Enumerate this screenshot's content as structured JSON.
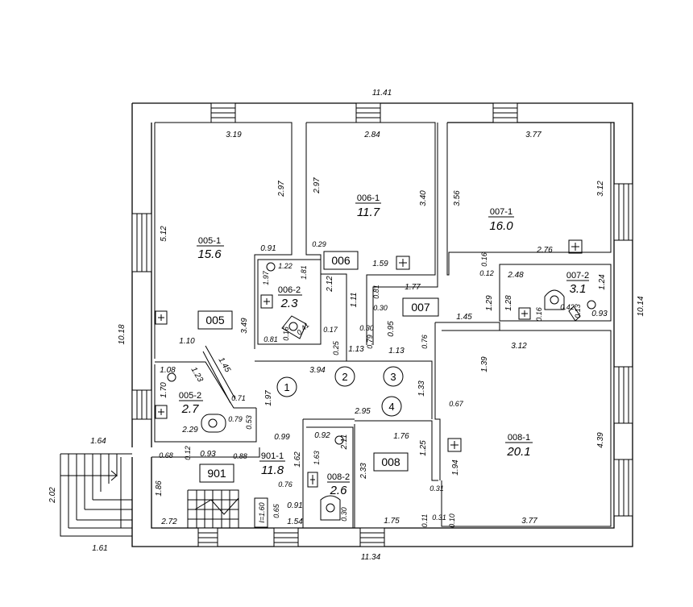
{
  "overall_dims": {
    "top": "11.41",
    "bottom": "11.34",
    "left": "10.18",
    "right": "10.14"
  },
  "stair_dims": {
    "top": "1.64",
    "side": "2.02",
    "bottom": "1.61"
  },
  "rooms": {
    "r005_1": {
      "id": "005-1",
      "area": "15.6"
    },
    "r005_2": {
      "id": "005-2",
      "area": "2.7"
    },
    "r006_1": {
      "id": "006-1",
      "area": "11.7"
    },
    "r006_2": {
      "id": "006-2",
      "area": "2.3"
    },
    "r007_1": {
      "id": "007-1",
      "area": "16.0"
    },
    "r007_2": {
      "id": "007-2",
      "area": "3.1"
    },
    "r008_1": {
      "id": "008-1",
      "area": "20.1"
    },
    "r008_2": {
      "id": "008-2",
      "area": "2.6"
    },
    "r901_1": {
      "id": "901-1",
      "area": "11.8"
    }
  },
  "codes": {
    "c005": "005",
    "c006": "006",
    "c007": "007",
    "c008": "008",
    "c901": "901"
  },
  "circles": {
    "n1": "1",
    "n2": "2",
    "n3": "3",
    "n4": "4"
  },
  "stair_label": "I=1.60",
  "dims": {
    "d_3_19": "3.19",
    "d_2_97a": "2.97",
    "d_5_12": "5.12",
    "d_0_91a": "0.91",
    "d_3_49": "3.49",
    "d_1_10": "1.10",
    "d_2_84": "2.84",
    "d_2_97b": "2.97",
    "d_3_40": "3.40",
    "d_0_29": "0.29",
    "d_1_59": "1.59",
    "d_3_77a": "3.77",
    "d_3_56": "3.56",
    "d_3_12a": "3.12",
    "d_2_76": "2.76",
    "d_1_22": "1.22",
    "d_1_97": "1.97",
    "d_1_81": "1.81",
    "d_2_12": "2.12",
    "d_1_11": "1.11",
    "d_0_81a": "0.81",
    "d_0_16a": "0.16",
    "d_0_41": "0.41",
    "d_0_17": "0.17",
    "d_0_25": "0.25",
    "d_0_79a": "0.79",
    "d_0_30a": "0.30",
    "d_0_81b": "0.81",
    "d_1_77": "1.77",
    "d_0_30b": "0.30",
    "d_0_95": "0.95",
    "d_1_45a": "1.45",
    "d_0_76a": "0.76",
    "d_0_16b": "0.16",
    "d_0_12a": "0.12",
    "d_2_48": "2.48",
    "d_1_24": "1.24",
    "d_1_29": "1.29",
    "d_1_28": "1.28",
    "d_0_16c": "0.16",
    "d_0_42": "0.42",
    "d_0_13": "0.13",
    "d_0_93a": "0.93",
    "d_1_13a": "1.13",
    "d_1_13b": "1.13",
    "d_3_94": "3.94",
    "d_1_33": "1.33",
    "d_1_97b": "1.97",
    "d_1_08": "1.08",
    "d_1_70": "1.70",
    "d_1_23": "1.23",
    "d_1_45b": "1.45",
    "d_0_71": "0.71",
    "d_2_29": "2.29",
    "d_0_79b": "0.79",
    "d_0_53": "0.53",
    "d_3_12b": "3.12",
    "d_1_39": "1.39",
    "d_0_67": "0.67",
    "d_4_39": "4.39",
    "d_1_94": "1.94",
    "d_0_31a": "0.31",
    "d_3_77b": "3.77",
    "d_0_11": "0.11",
    "d_0_31b": "0.31",
    "d_0_10": "0.10",
    "d_2_95": "2.95",
    "d_1_76": "1.76",
    "d_1_25": "1.25",
    "d_0_92": "0.92",
    "d_2_11": "2.11",
    "d_1_63": "1.63",
    "d_2_33": "2.33",
    "d_0_30c": "0.30",
    "d_1_75": "1.75",
    "d_0_99": "0.99",
    "d_0_68": "0.68",
    "d_0_12b": "0.12",
    "d_0_93b": "0.93",
    "d_0_88": "0.88",
    "d_1_62": "1.62",
    "d_0_76b": "0.76",
    "d_1_86": "1.86",
    "d_2_72": "2.72",
    "d_0_65": "0.65",
    "d_0_91b": "0.91",
    "d_1_54": "1.54"
  },
  "colors": {
    "line": "#000000",
    "background": "#ffffff"
  }
}
